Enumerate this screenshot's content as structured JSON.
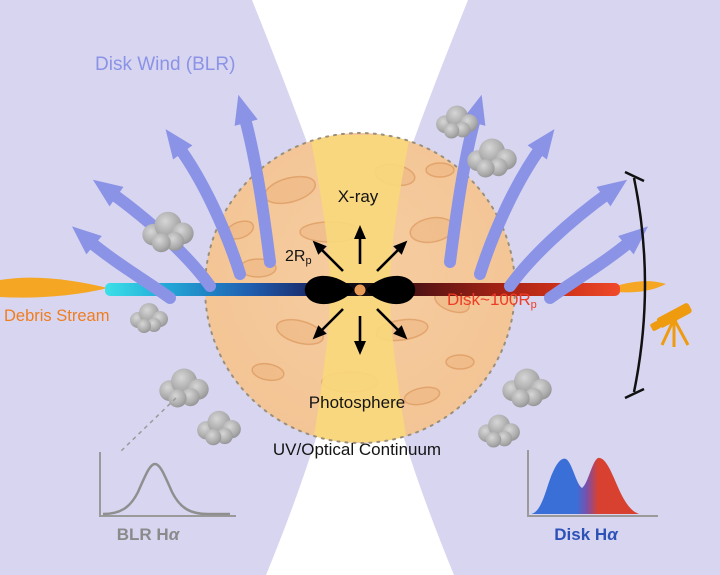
{
  "diagram": {
    "title": "Tidal disruption event structure schematic",
    "labels": {
      "disk_wind": "Disk Wind (BLR)",
      "xray": "X-ray",
      "r2p_main": "2R",
      "r2p_sub": "p",
      "disk100_main": "Disk~100R",
      "disk100_sub": "p",
      "debris_stream": "Debris Stream",
      "photosphere": "Photosphere",
      "uv_optical": "UV/Optical Continuum",
      "blr_ha_main": "BLR H",
      "blr_ha_sym": "α",
      "disk_ha_main": "Disk H",
      "disk_ha_sym": "α"
    },
    "colors": {
      "background": "#d8d5f1",
      "polar_cone": "#ffffff",
      "photosphere_fill": "#f3c494",
      "photosphere_band": "#f8d87c",
      "photosphere_edge": "#9a8f7a",
      "wind_arrow": "#8b93e6",
      "debris_stream": "#f5a623",
      "debris_text": "#f07d1e",
      "disk_text": "#ee3d25",
      "disk_cyan": "#3be0e8",
      "disk_red": "#ef4a2a",
      "cloud_gray": "#9a9a9a",
      "blr_curve": "#8f8f8f",
      "disk_ha_blue": "#3a6fd8",
      "disk_ha_red": "#d84030",
      "telescope": "#ef9b0f",
      "arrow_black": "#000000"
    }
  }
}
